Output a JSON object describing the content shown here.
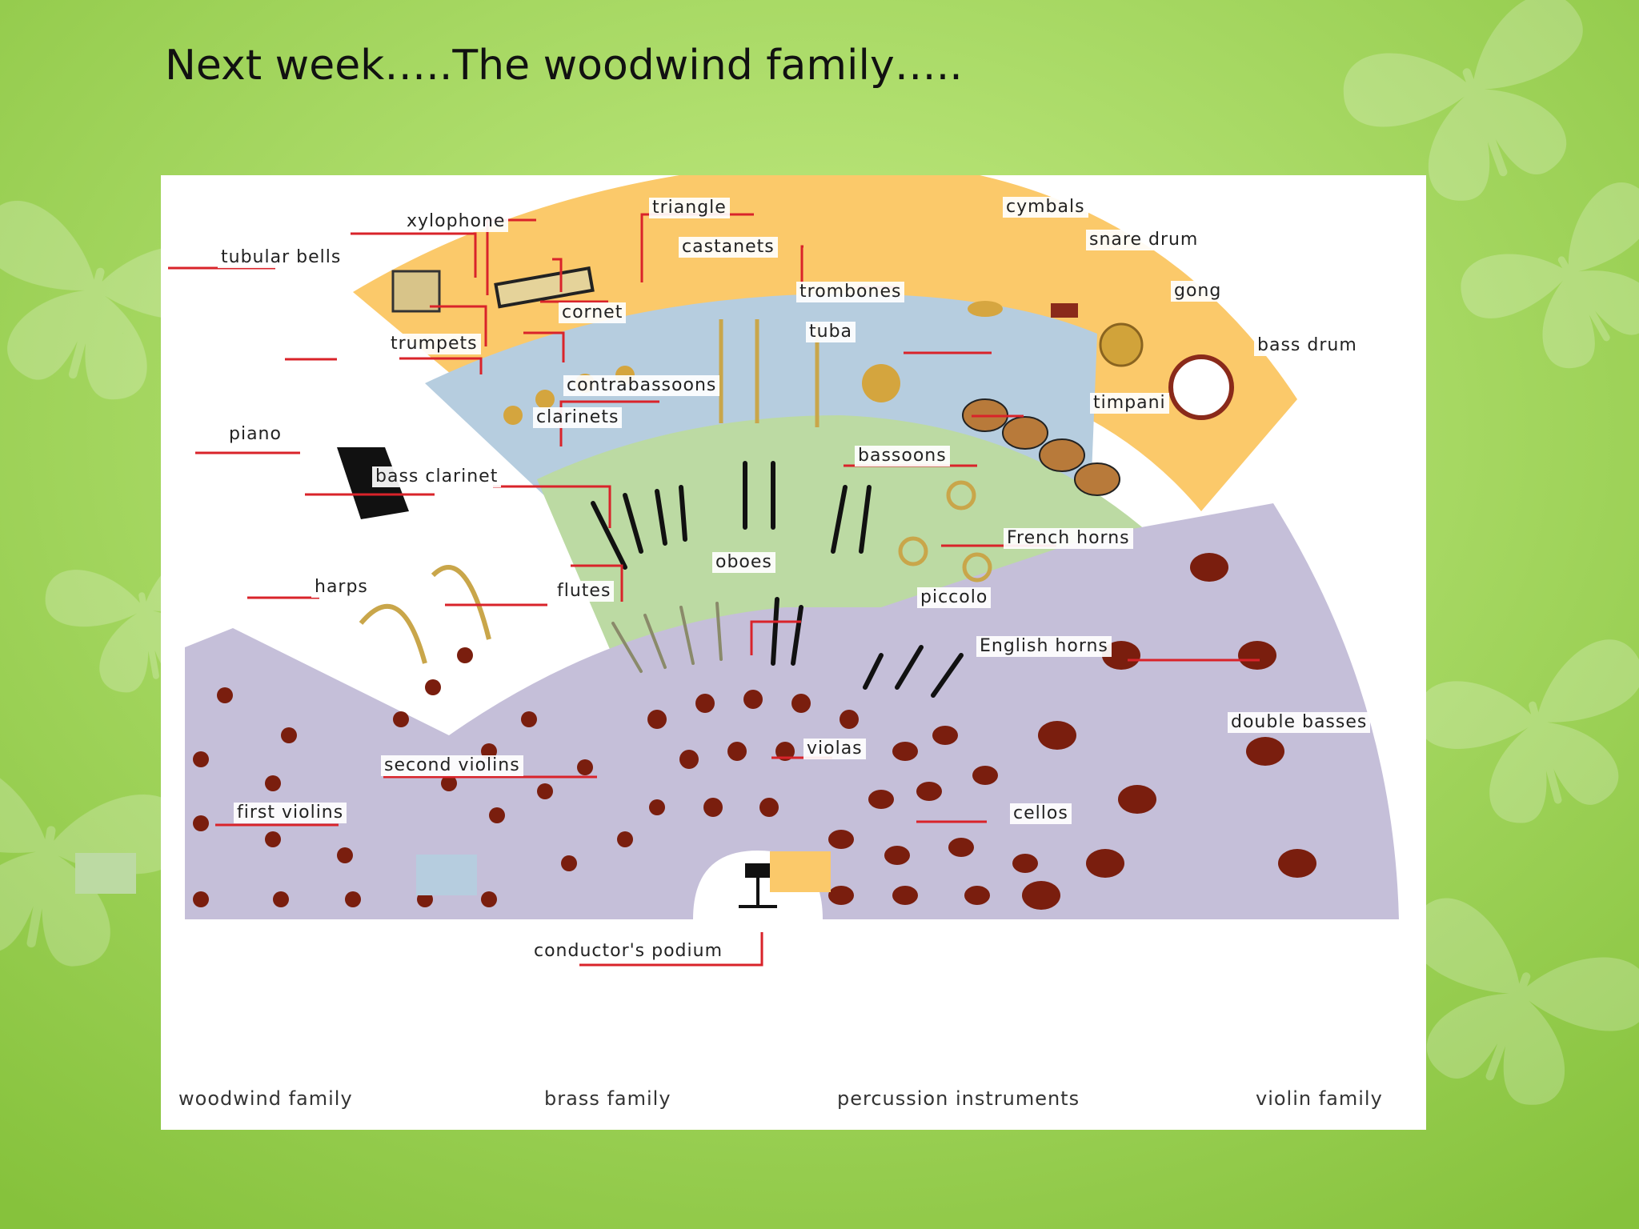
{
  "slide": {
    "title": "Next week…..The woodwind family….."
  },
  "colors": {
    "background_light": "#c4ec86",
    "background_dark": "#86c23c",
    "woodwind": "#bcdaa3",
    "brass": "#b6cddf",
    "percussion": "#fbc96a",
    "violin": "#c5bfd9",
    "label_line": "#d9232a",
    "instrument_wood": "#7a1e0e"
  },
  "diagram": {
    "labels": {
      "xylophone": "xylophone",
      "tubular_bells": "tubular bells",
      "triangle": "triangle",
      "castanets": "castanets",
      "cymbals": "cymbals",
      "snare_drum": "snare drum",
      "gong": "gong",
      "bass_drum": "bass drum",
      "trombones": "trombones",
      "cornet": "cornet",
      "tuba": "tuba",
      "trumpets": "trumpets",
      "contrabassoons": "contrabassoons",
      "timpani": "timpani",
      "clarinets": "clarinets",
      "piano": "piano",
      "bassoons": "bassoons",
      "bass_clarinet": "bass clarinet",
      "french_horns": "French horns",
      "oboes": "oboes",
      "harps": "harps",
      "flutes": "flutes",
      "piccolo": "piccolo",
      "english_horns": "English horns",
      "double_basses": "double basses",
      "violas": "violas",
      "second_violins": "second violins",
      "first_violins": "first violins",
      "cellos": "cellos",
      "conductors_podium": "conductor's podium"
    },
    "legend": [
      {
        "label": "woodwind family",
        "color": "#bcdaa3"
      },
      {
        "label": "brass family",
        "color": "#b6cddf"
      },
      {
        "label": "percussion instruments",
        "color": "#fbc96a"
      },
      {
        "label": "violin family",
        "color": "#c5bfd9"
      }
    ]
  }
}
